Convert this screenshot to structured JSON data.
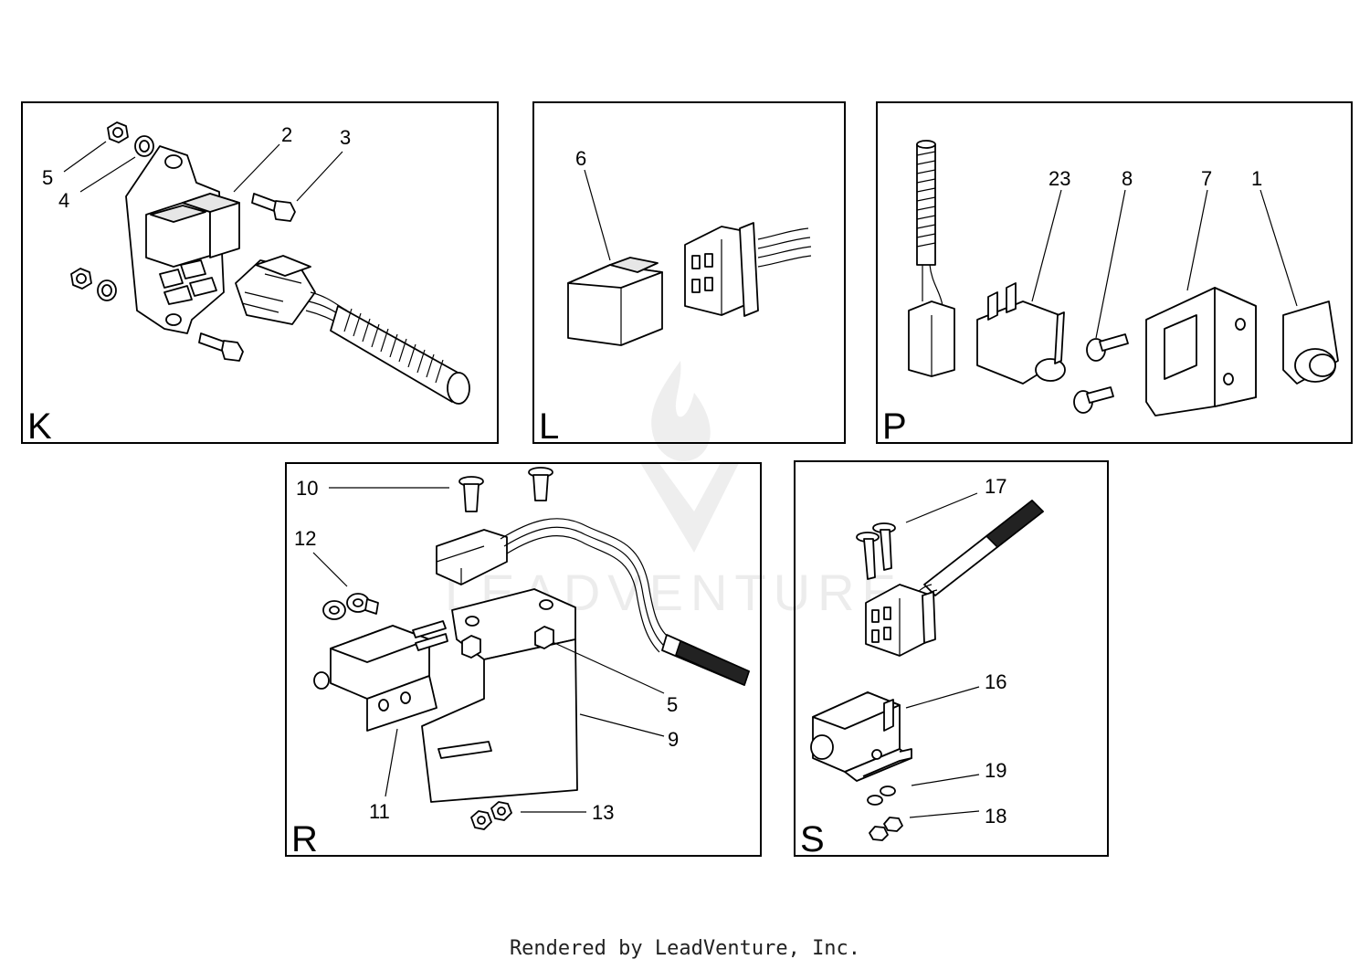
{
  "panels": {
    "k": {
      "letter": "K",
      "callouts": [
        "2",
        "3",
        "4",
        "5"
      ]
    },
    "l": {
      "letter": "L",
      "callouts": [
        "6"
      ]
    },
    "p": {
      "letter": "P",
      "callouts": [
        "23",
        "8",
        "7",
        "1"
      ]
    },
    "r": {
      "letter": "R",
      "callouts": [
        "10",
        "12",
        "5",
        "9",
        "11",
        "13"
      ]
    },
    "s": {
      "letter": "S",
      "callouts": [
        "17",
        "16",
        "19",
        "18"
      ]
    }
  },
  "watermark": {
    "text": "LEADVENTURE"
  },
  "footer": {
    "text": "Rendered by LeadVenture, Inc."
  }
}
